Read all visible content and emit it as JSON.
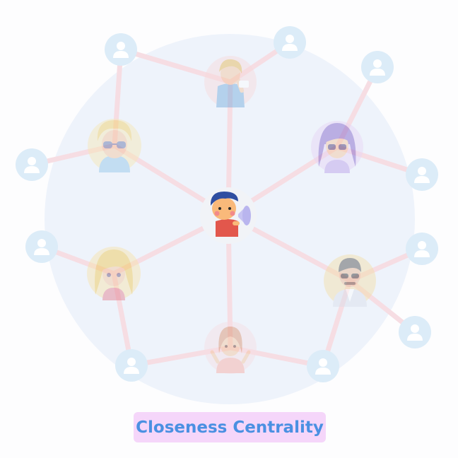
{
  "title": "Closeness Centrality",
  "colors": {
    "title_text": "#4a90e2",
    "pill_bg": "#f5d6fa",
    "halo": "#eef3fb",
    "edge": "#f6dde3",
    "faded_user_bg": "#dcecf8",
    "faded_user_fg": "#ffffff"
  },
  "diagram": {
    "center_node": {
      "id": "center",
      "icon": "child-with-megaphone-icon",
      "emphasis": "active"
    },
    "inner_nodes": [
      {
        "id": "n-top",
        "icon": "person-with-raised-hand-avatar-icon"
      },
      {
        "id": "n-upper-right",
        "icon": "purple-haired-person-avatar-icon"
      },
      {
        "id": "n-lower-right",
        "icon": "man-with-sunglasses-avatar-icon"
      },
      {
        "id": "n-bottom",
        "icon": "woman-avatar-icon"
      },
      {
        "id": "n-lower-left",
        "icon": "blonde-girl-avatar-icon"
      },
      {
        "id": "n-upper-left",
        "icon": "blonde-man-with-sunglasses-avatar-icon"
      }
    ],
    "outer_nodes": [
      {
        "id": "u1",
        "icon": "user-icon"
      },
      {
        "id": "u2",
        "icon": "user-icon"
      },
      {
        "id": "u3",
        "icon": "user-icon"
      },
      {
        "id": "u4",
        "icon": "user-icon"
      },
      {
        "id": "u5",
        "icon": "user-icon"
      },
      {
        "id": "u6",
        "icon": "user-icon"
      },
      {
        "id": "u7",
        "icon": "user-icon"
      },
      {
        "id": "u8",
        "icon": "user-icon"
      },
      {
        "id": "u9",
        "icon": "user-icon"
      },
      {
        "id": "u10",
        "icon": "user-icon"
      }
    ],
    "edges": [
      [
        "center",
        "n-top"
      ],
      [
        "center",
        "n-upper-right"
      ],
      [
        "center",
        "n-lower-right"
      ],
      [
        "center",
        "n-bottom"
      ],
      [
        "center",
        "n-lower-left"
      ],
      [
        "center",
        "n-upper-left"
      ],
      [
        "u1",
        "n-top"
      ],
      [
        "u2",
        "n-top"
      ],
      [
        "u1",
        "n-upper-left"
      ],
      [
        "u3",
        "n-upper-left"
      ],
      [
        "u4",
        "n-lower-left"
      ],
      [
        "u5",
        "n-lower-left"
      ],
      [
        "u5",
        "n-bottom"
      ],
      [
        "u6",
        "n-bottom"
      ],
      [
        "u6",
        "n-lower-right"
      ],
      [
        "u7",
        "n-lower-right"
      ],
      [
        "u8",
        "n-lower-right"
      ],
      [
        "u9",
        "n-upper-right"
      ],
      [
        "u10",
        "n-upper-right"
      ]
    ]
  }
}
